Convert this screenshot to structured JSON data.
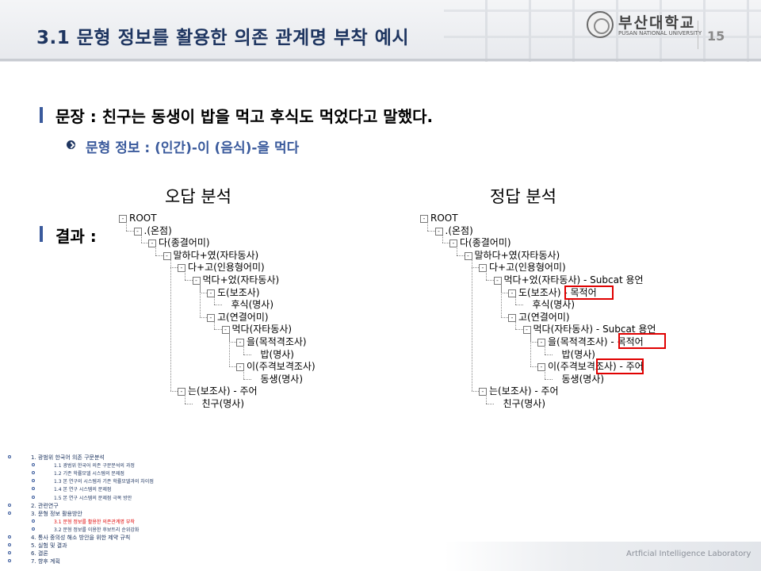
{
  "header": {
    "title": "3.1 문형 정보를 활용한 의존 관계명 부착 예시",
    "logo_kr": "부산대학교",
    "logo_en": "PUSAN NATIONAL UNIVERSITY",
    "page_number": "15"
  },
  "content": {
    "sentence": "문장 : 친구는 동생이 밥을 먹고 후식도 먹었다고 말했다.",
    "pattern": "문형 정보 : (인간)-이 (음식)-을 먹다",
    "result_label": "결과 :",
    "wrong_label": "오답 분석",
    "right_label": "정답 분석"
  },
  "tree_wrong": [
    {
      "label": "ROOT",
      "box": "-"
    },
    {
      "label": ".(온점)",
      "box": "-"
    },
    {
      "label": "다(종결어미)",
      "box": "-"
    },
    {
      "label": "말하다+였(자타동사)",
      "box": "-"
    },
    {
      "label": "다+고(인용형어미)",
      "box": "-"
    },
    {
      "label": "먹다+었(자타동사)",
      "box": "-"
    },
    {
      "label": "도(보조사)",
      "box": "-"
    },
    {
      "label": "후식(명사)",
      "box": ""
    },
    {
      "label": "고(연결어미)",
      "box": "-"
    },
    {
      "label": "먹다(자타동사)",
      "box": "-"
    },
    {
      "label": "을(목적격조사)",
      "box": "-"
    },
    {
      "label": "밥(명사)",
      "box": ""
    },
    {
      "label": "이(주격보격조사)",
      "box": "-"
    },
    {
      "label": "동생(명사)",
      "box": ""
    },
    {
      "label": "는(보조사) - 주어",
      "box": "-"
    },
    {
      "label": "친구(명사)",
      "box": ""
    }
  ],
  "tree_right": [
    {
      "label": "ROOT",
      "box": "-"
    },
    {
      "label": ".(온점)",
      "box": "-"
    },
    {
      "label": "다(종결어미)",
      "box": "-"
    },
    {
      "label": "말하다+였(자타동사)",
      "box": "-"
    },
    {
      "label": "다+고(인용형어미)",
      "box": "-"
    },
    {
      "label": "먹다+었(자타동사) - Subcat 용언",
      "box": "-"
    },
    {
      "label": "도(보조사) - 목적어",
      "box": "-"
    },
    {
      "label": "후식(명사)",
      "box": ""
    },
    {
      "label": "고(연결어미)",
      "box": "-"
    },
    {
      "label": "먹다(자타동사) - Subcat 용언",
      "box": "-"
    },
    {
      "label": "을(목적격조사) - 목적어",
      "box": "-"
    },
    {
      "label": "밥(명사)",
      "box": ""
    },
    {
      "label": "이(주격보격조사) - 주어",
      "box": "-"
    },
    {
      "label": "동생(명사)",
      "box": ""
    },
    {
      "label": "는(보조사) - 주어",
      "box": "-"
    },
    {
      "label": "친구(명사)",
      "box": ""
    }
  ],
  "toc": [
    {
      "text": "1. 광범위 한국어 의존 구문분석",
      "level": 0,
      "active": false
    },
    {
      "text": "1.1 광범위 한국어 의존 구문분석의 과정",
      "level": 1,
      "active": false
    },
    {
      "text": "1.2 기존 학률모델 시스템의 문제점",
      "level": 1,
      "active": false
    },
    {
      "text": "1.3 본 연구의 시스템과 기존 학률모델과의 차이점",
      "level": 1,
      "active": false
    },
    {
      "text": "1.4 본 연구 시스템의 문제점",
      "level": 1,
      "active": false
    },
    {
      "text": "1.5 본 연구 시스템의 문제점 극복 방안",
      "level": 1,
      "active": false
    },
    {
      "text": "2. 관련연구",
      "level": 0,
      "active": false
    },
    {
      "text": "3. 문형 정보 활용방안",
      "level": 0,
      "active": false
    },
    {
      "text": "3.1 문형 정보를 활용한 의존관계명 부착",
      "level": 1,
      "active": true
    },
    {
      "text": "3.2 문형 정보를 이용한 후보트리 순위강화",
      "level": 1,
      "active": false
    },
    {
      "text": "4. 통사 중의성 해소 방안을 위한 제약 규칙",
      "level": 0,
      "active": false
    },
    {
      "text": "5. 실험 및 결과",
      "level": 0,
      "active": false
    },
    {
      "text": "6. 결론",
      "level": 0,
      "active": false
    },
    {
      "text": "7. 향후 계획",
      "level": 0,
      "active": false
    }
  ],
  "footer": {
    "lab": "Artficial Intelligence Laboratory"
  },
  "colors": {
    "title": "#1e3560",
    "accent": "#3a5a9c",
    "highlight": "#e00000"
  }
}
